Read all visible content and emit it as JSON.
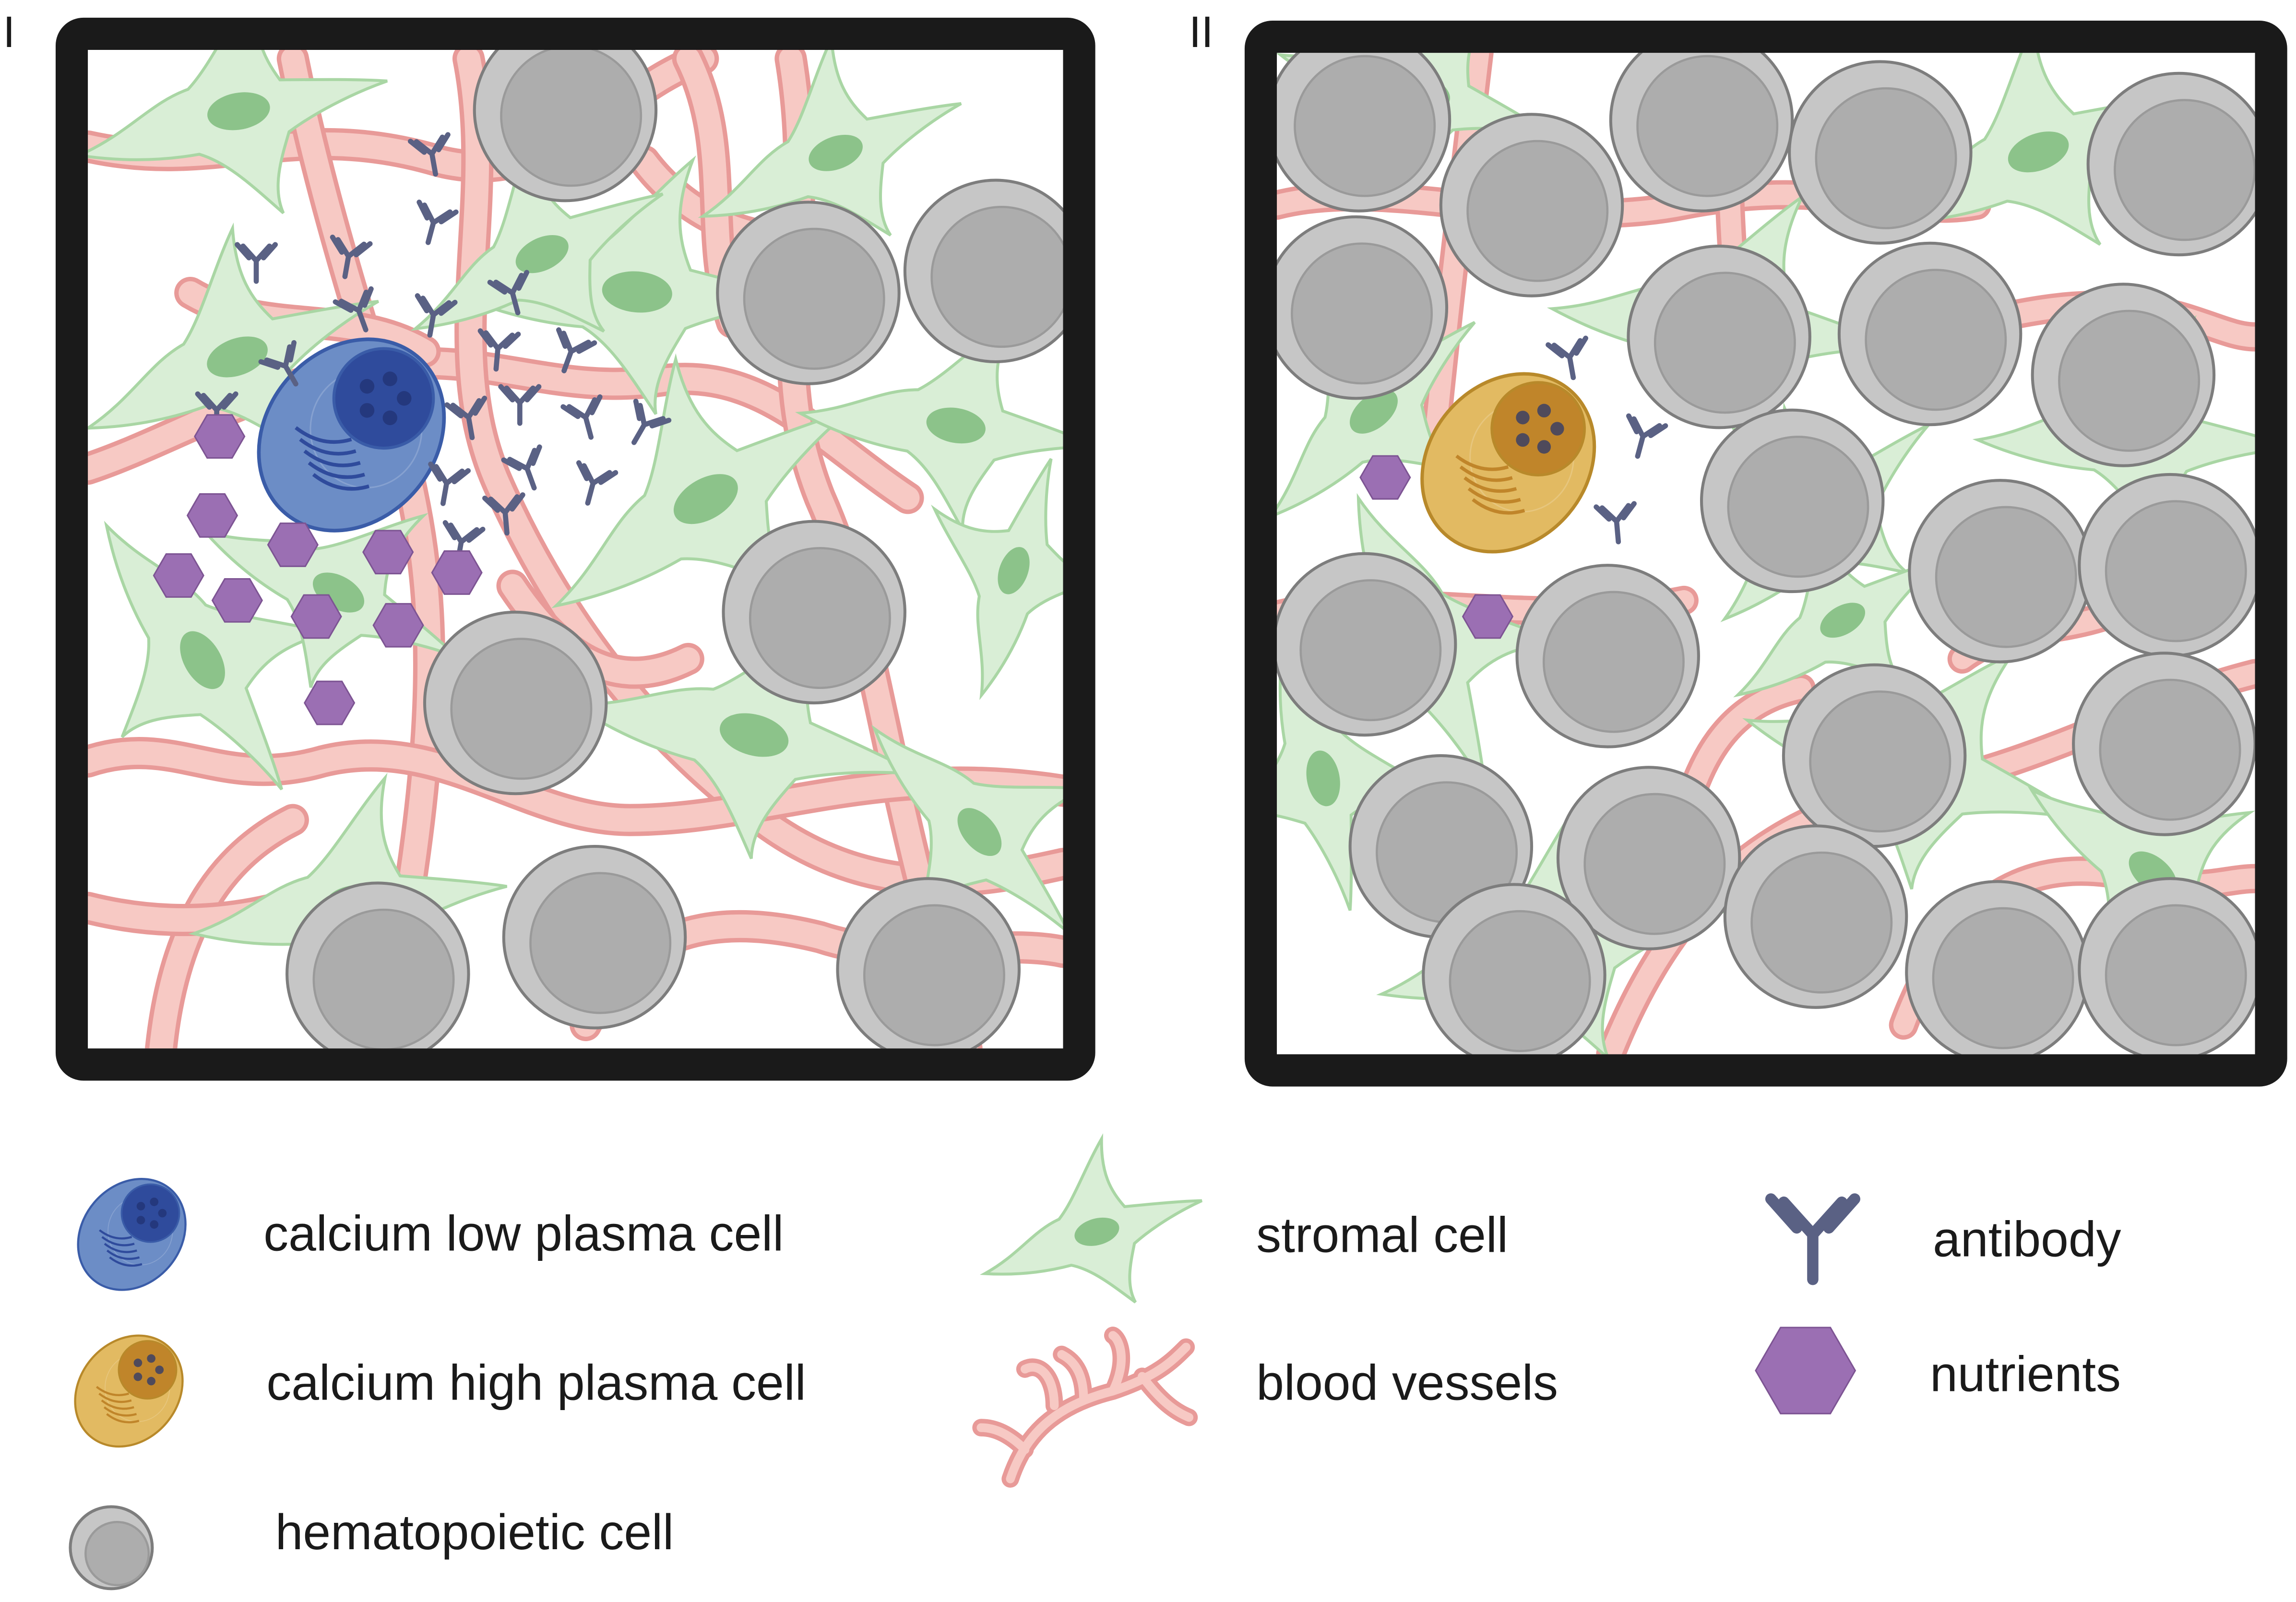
{
  "panels": [
    {
      "label": "I"
    },
    {
      "label": "II"
    }
  ],
  "legend": {
    "calcium_low": "calcium low plasma cell",
    "calcium_high": "calcium high plasma cell",
    "hematopoietic": "hematopoietic cell",
    "stromal": "stromal cell",
    "vessels": "blood vessels",
    "antibody": "antibody",
    "nutrients": "nutrients"
  },
  "colors": {
    "frame": "#1a1a1a",
    "vessel_outer": "#e89a98",
    "vessel_inner": "#f7c9c4",
    "stromal_fill": "#d9eed6",
    "stromal_stroke": "#a9d6a4",
    "stromal_nucleus": "#8cc38a",
    "hema_outer": "#c6c6c6",
    "hema_inner": "#adadad",
    "low_cell": "#6c8dc6",
    "low_nucleus": "#2f4b9c",
    "high_cell": "#e2ba62",
    "high_nucleus": "#c0852a",
    "antibody": "#5a6184",
    "nutrient": "#9b6fb3"
  }
}
